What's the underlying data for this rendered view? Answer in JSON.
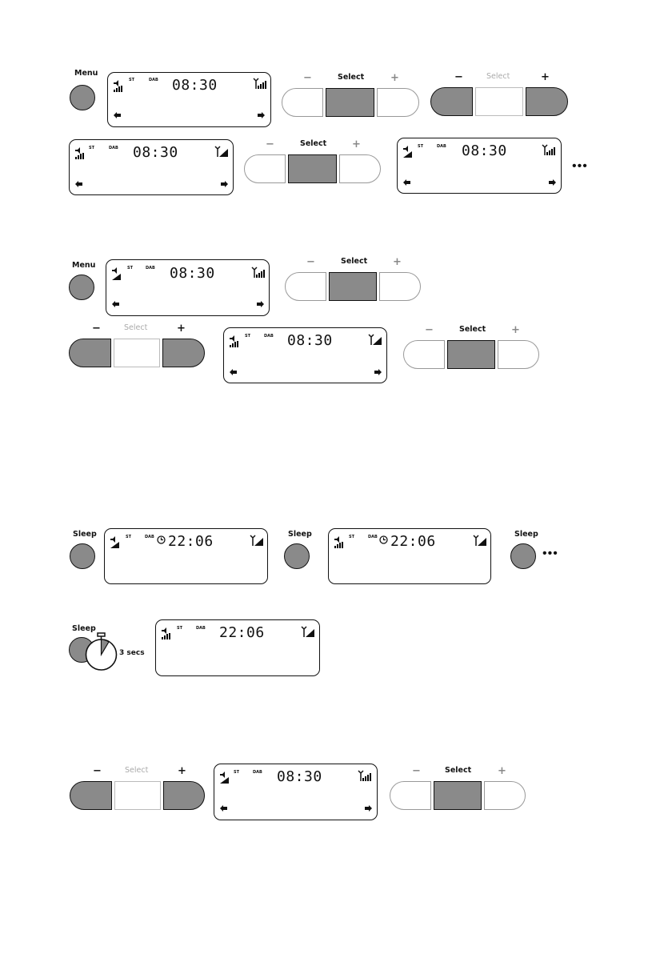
{
  "buttons": {
    "menu": "Menu",
    "sleep": "Sleep",
    "timer": "3 secs"
  },
  "pad": {
    "select": "Select",
    "minus": "−",
    "plus": "+"
  },
  "lcd": {
    "volume_icon": "speaker-icon",
    "st": "ST",
    "dab": "DAB",
    "time_clock": "08:30",
    "time_sleep": "22:06"
  },
  "more": "•••",
  "colors": {
    "button_fill": "#8a8a8a",
    "outline": "#111111",
    "inactive": "#b5b5b5"
  }
}
